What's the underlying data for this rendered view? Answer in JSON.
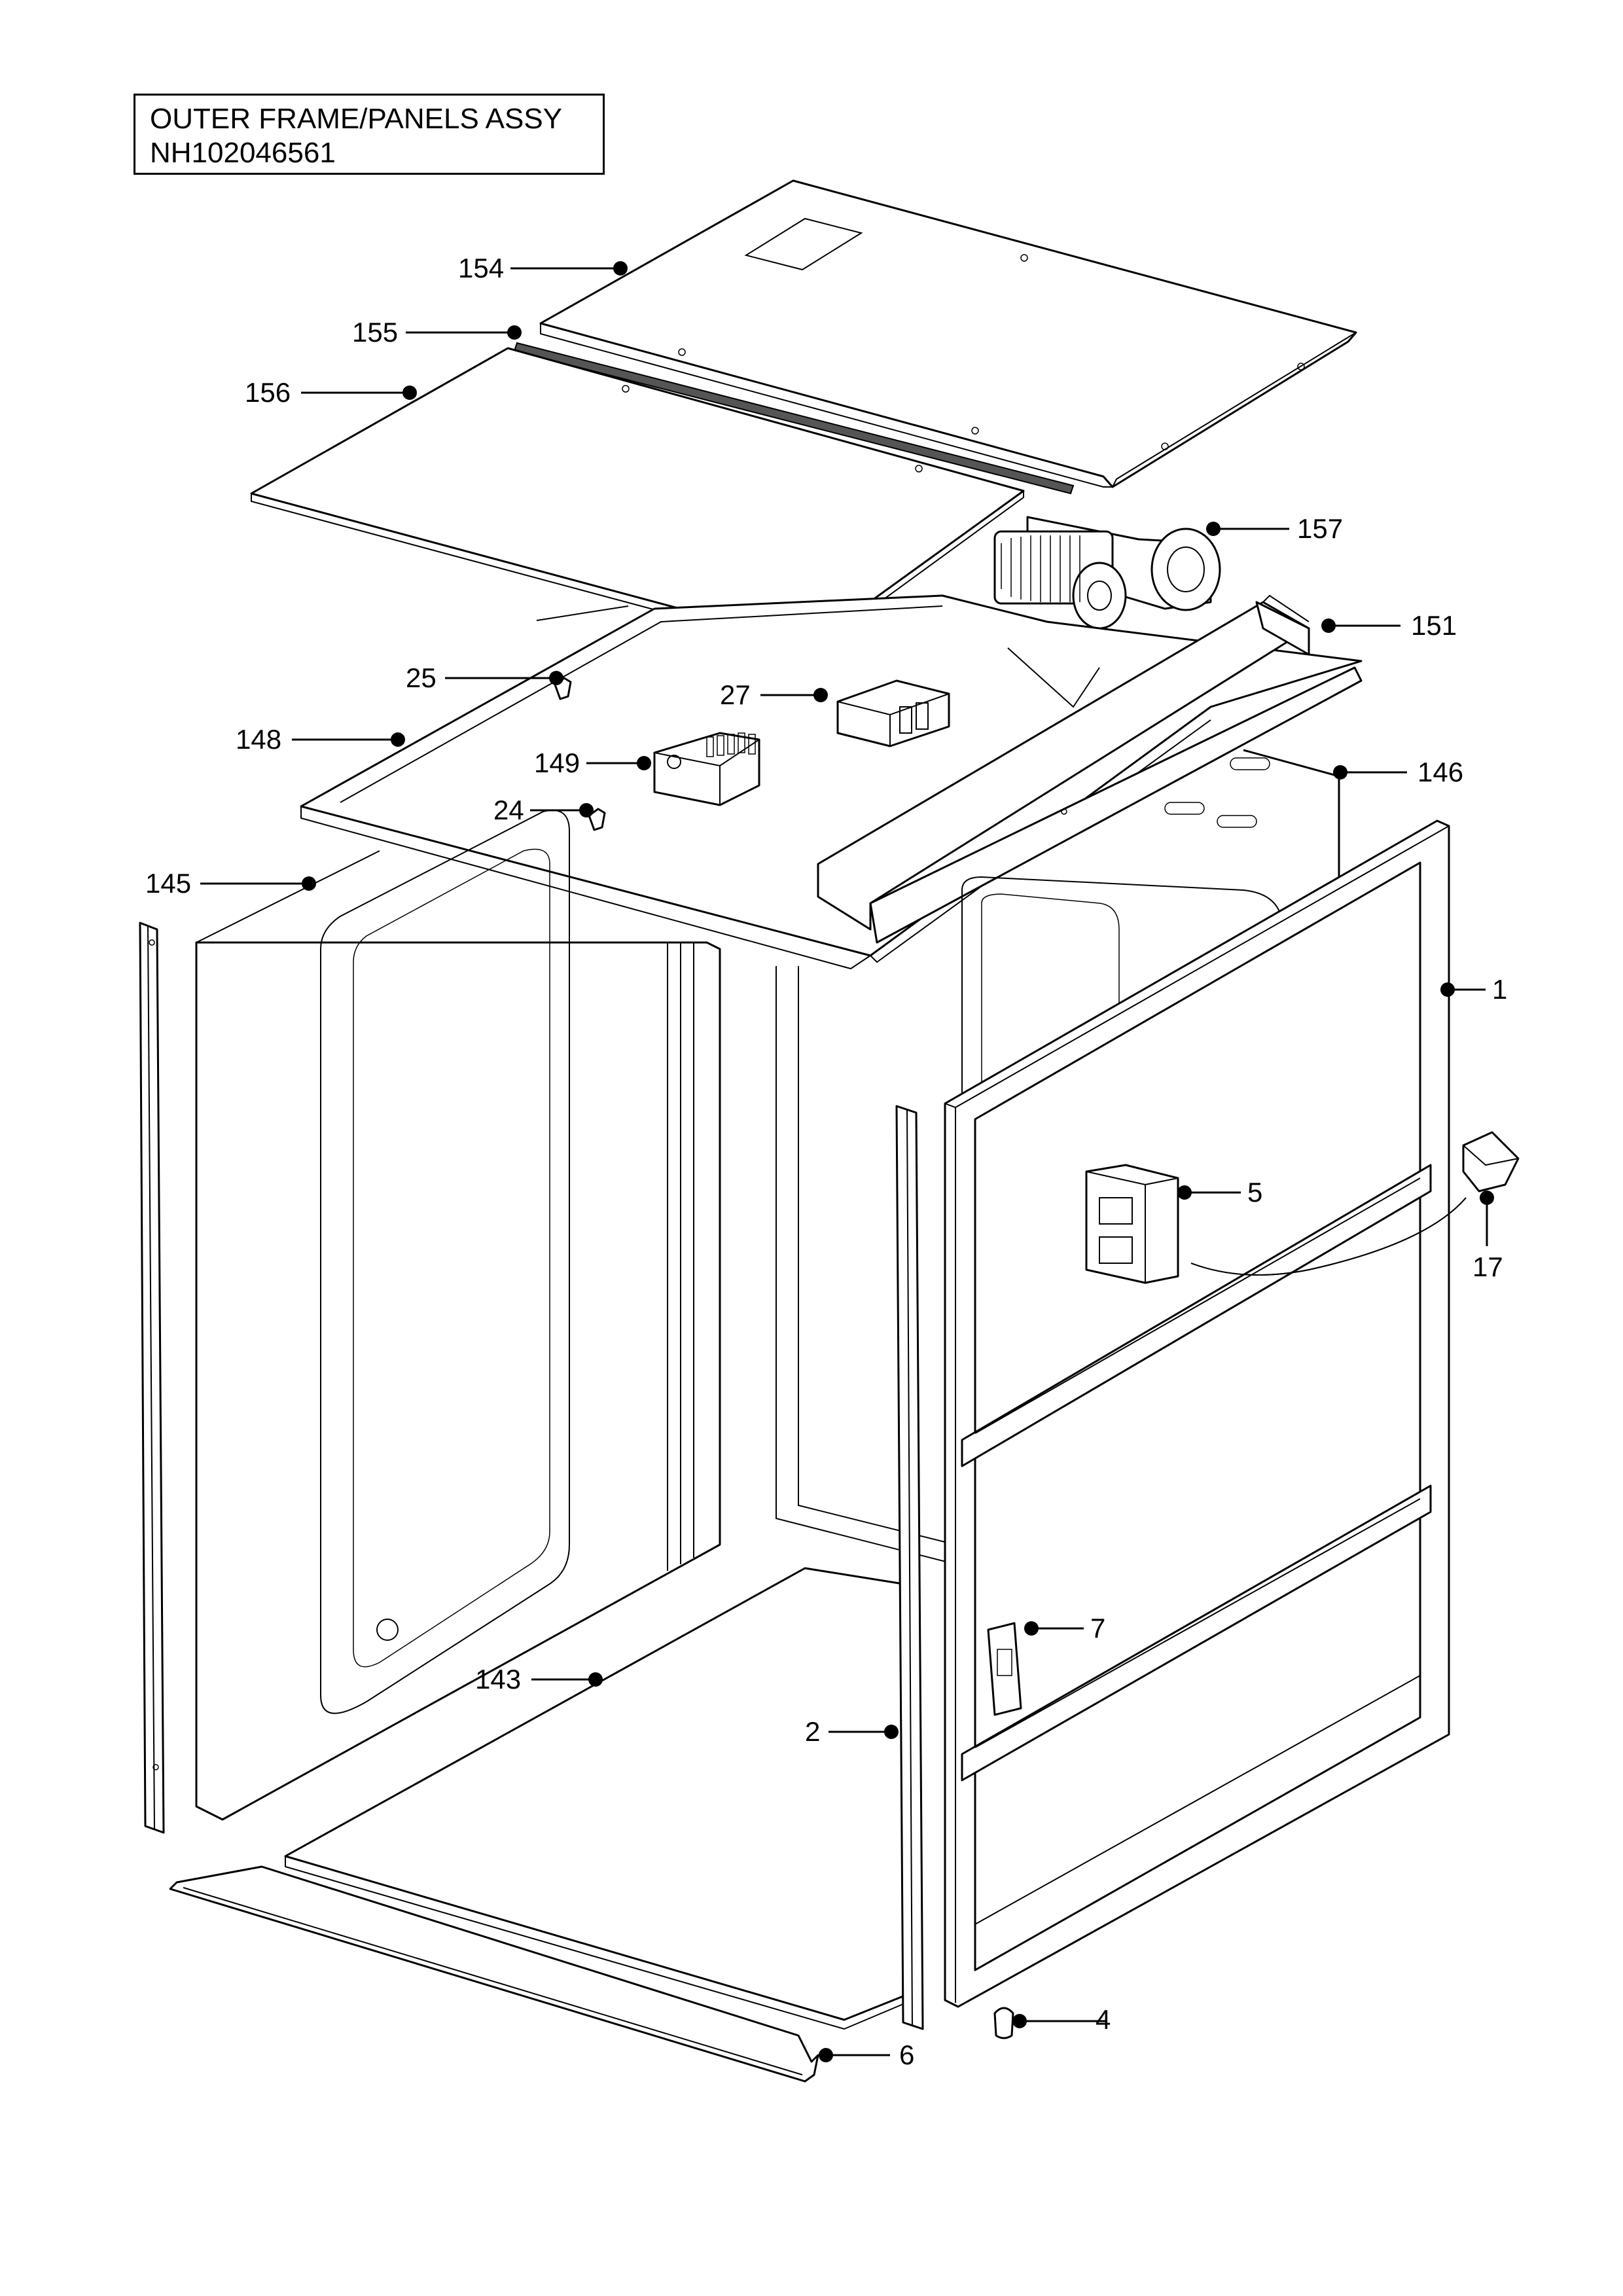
{
  "title": {
    "line1": "OUTER FRAME/PANELS ASSY",
    "line2": "NH102046561"
  },
  "callouts": {
    "c154": "154",
    "c155": "155",
    "c156": "156",
    "c157": "157",
    "c151": "151",
    "c25": "25",
    "c27": "27",
    "c148": "148",
    "c149": "149",
    "c146": "146",
    "c24": "24",
    "c145": "145",
    "c1": "1",
    "c5": "5",
    "c17": "17",
    "c7": "7",
    "c143": "143",
    "c2": "2",
    "c4": "4",
    "c6": "6"
  }
}
